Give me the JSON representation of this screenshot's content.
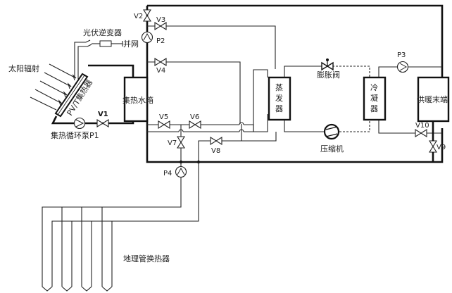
{
  "diagram": {
    "title": "PV/T - ground source heat pump system schematic",
    "components": {
      "solar_radiation": "太阳辐射",
      "pv_inverter": "光伏逆变器",
      "grid": "并网",
      "pvt_collector": "PV/T集热器",
      "collector_pump": "集热循环泵P1",
      "tank": "集热水箱",
      "evaporator": [
        "蒸",
        "发",
        "器"
      ],
      "condenser": [
        "冷",
        "凝",
        "器"
      ],
      "terminal": "供暖末端",
      "expansion_valve": "膨胀阀",
      "compressor": "压缩机",
      "ground_hx": "地理管换热器"
    },
    "valves": [
      "V1",
      "V2",
      "V3",
      "V4",
      "V5",
      "V6",
      "V7",
      "V8",
      "V9",
      "V10"
    ],
    "pumps": [
      "P2",
      "P3",
      "P4"
    ]
  }
}
